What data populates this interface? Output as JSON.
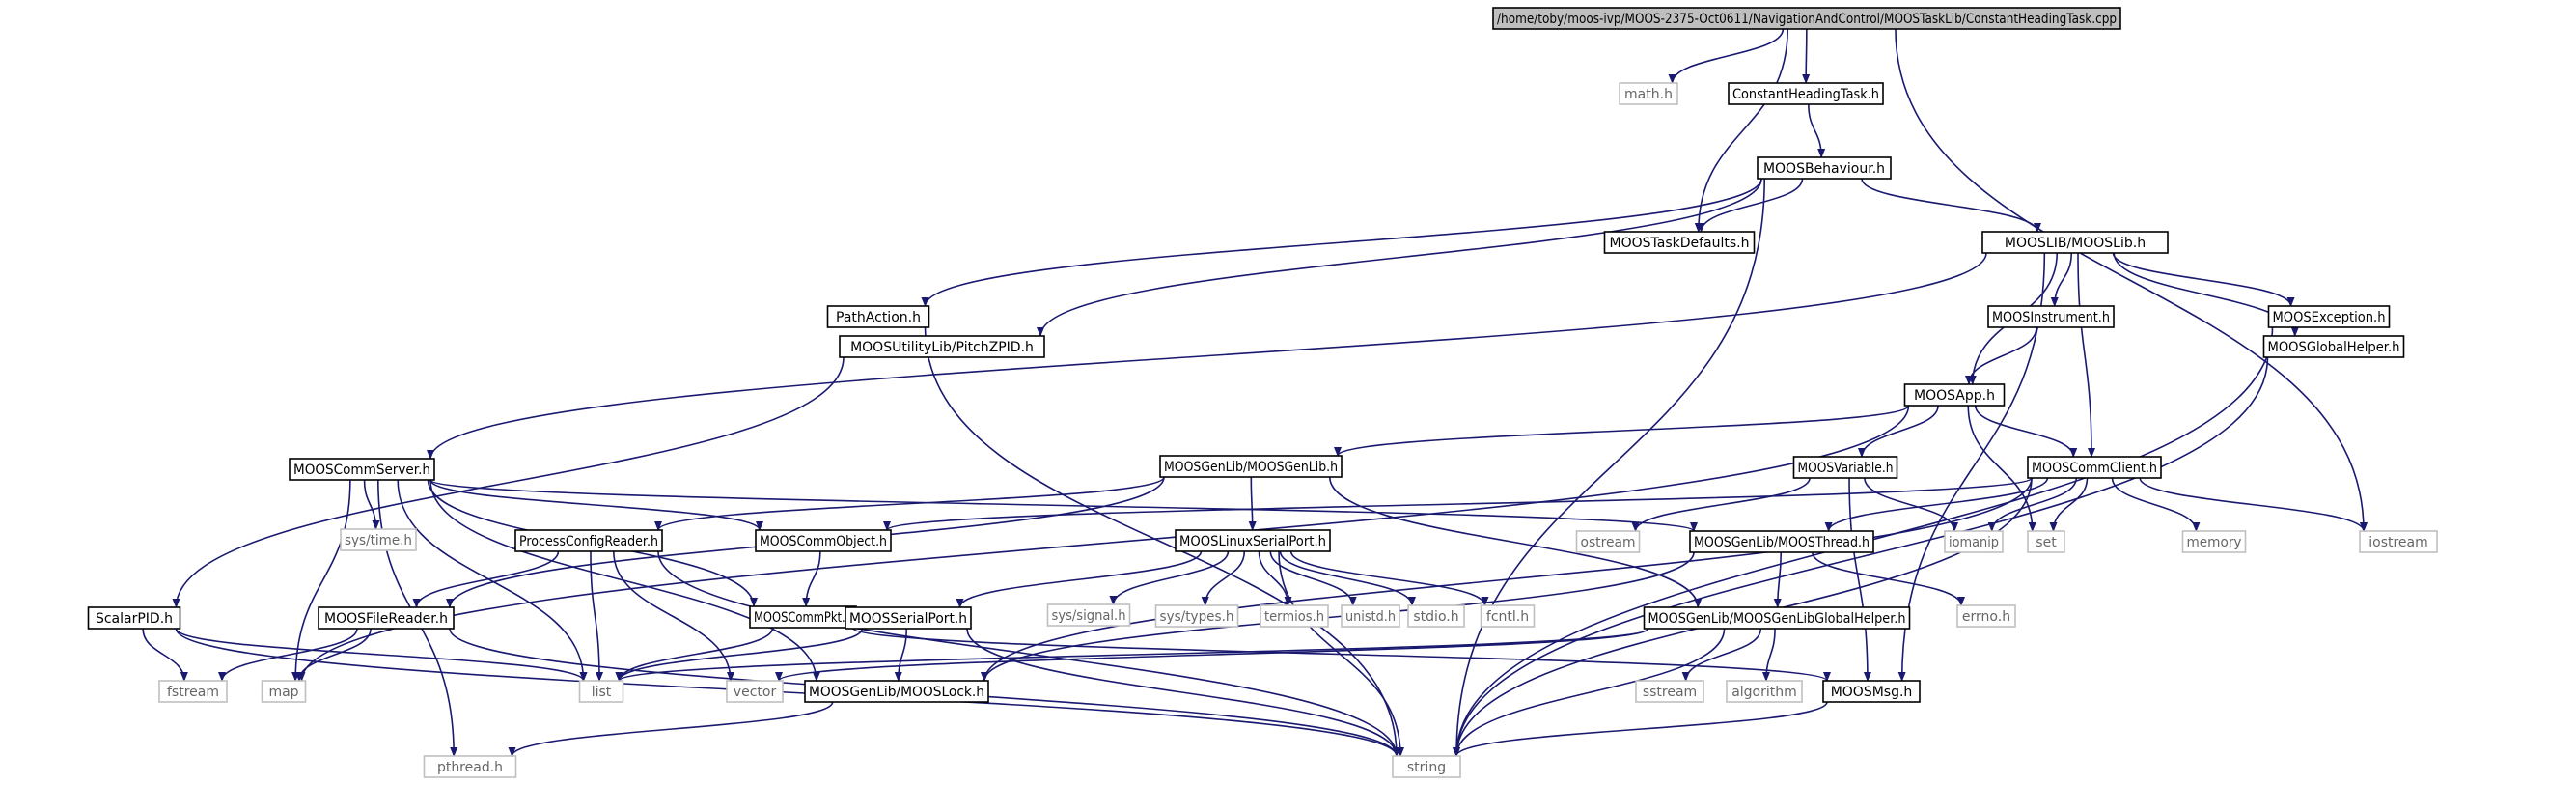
{
  "diagram": {
    "type": "include-dependency-graph",
    "colors": {
      "edge": "#191970",
      "root_fill": "#bfbfbf",
      "node_fill": "#ffffff",
      "internal_border": "#000000",
      "external_border": "#bfbfbf",
      "external_text": "#666666",
      "text": "#000000"
    },
    "nodes": [
      {
        "id": "root",
        "label": "/home/toby/moos-ivp/MOOS-2375-Oct0611/NavigationAndControl/MOOSTaskLib/ConstantHeadingTask.cpp",
        "kind": "root"
      },
      {
        "id": "math",
        "label": "math.h",
        "kind": "external"
      },
      {
        "id": "cht",
        "label": "ConstantHeadingTask.h",
        "kind": "internal"
      },
      {
        "id": "beh",
        "label": "MOOSBehaviour.h",
        "kind": "internal"
      },
      {
        "id": "taskdef",
        "label": "MOOSTaskDefaults.h",
        "kind": "internal"
      },
      {
        "id": "mooslib",
        "label": "MOOSLIB/MOOSLib.h",
        "kind": "internal"
      },
      {
        "id": "pathaction",
        "label": "PathAction.h",
        "kind": "internal"
      },
      {
        "id": "instrument",
        "label": "MOOSInstrument.h",
        "kind": "internal"
      },
      {
        "id": "exception",
        "label": "MOOSException.h",
        "kind": "internal"
      },
      {
        "id": "pitchzpid",
        "label": "MOOSUtilityLib/PitchZPID.h",
        "kind": "internal"
      },
      {
        "id": "app",
        "label": "MOOSApp.h",
        "kind": "internal"
      },
      {
        "id": "globalhelper",
        "label": "MOOSGlobalHelper.h",
        "kind": "internal"
      },
      {
        "id": "commserver",
        "label": "MOOSCommServer.h",
        "kind": "internal"
      },
      {
        "id": "genlib",
        "label": "MOOSGenLib/MOOSGenLib.h",
        "kind": "internal"
      },
      {
        "id": "variable",
        "label": "MOOSVariable.h",
        "kind": "internal"
      },
      {
        "id": "commclient",
        "label": "MOOSCommClient.h",
        "kind": "internal"
      },
      {
        "id": "systime",
        "label": "sys/time.h",
        "kind": "external"
      },
      {
        "id": "configreader",
        "label": "ProcessConfigReader.h",
        "kind": "internal"
      },
      {
        "id": "commobject",
        "label": "MOOSCommObject.h",
        "kind": "internal"
      },
      {
        "id": "linuxserial",
        "label": "MOOSLinuxSerialPort.h",
        "kind": "internal"
      },
      {
        "id": "ostream",
        "label": "ostream",
        "kind": "external"
      },
      {
        "id": "thread",
        "label": "MOOSGenLib/MOOSThread.h",
        "kind": "internal"
      },
      {
        "id": "iomanip",
        "label": "iomanip",
        "kind": "external"
      },
      {
        "id": "set",
        "label": "set",
        "kind": "external"
      },
      {
        "id": "memory",
        "label": "memory",
        "kind": "external"
      },
      {
        "id": "iostream",
        "label": "iostream",
        "kind": "external"
      },
      {
        "id": "scalarpid",
        "label": "ScalarPID.h",
        "kind": "internal"
      },
      {
        "id": "filereader",
        "label": "MOOSFileReader.h",
        "kind": "internal"
      },
      {
        "id": "commpkt",
        "label": "MOOSCommPkt.h",
        "kind": "internal"
      },
      {
        "id": "serialport",
        "label": "MOOSSerialPort.h",
        "kind": "internal"
      },
      {
        "id": "syssignal",
        "label": "sys/signal.h",
        "kind": "external"
      },
      {
        "id": "systypes",
        "label": "sys/types.h",
        "kind": "external"
      },
      {
        "id": "termios",
        "label": "termios.h",
        "kind": "external"
      },
      {
        "id": "unistd",
        "label": "unistd.h",
        "kind": "external"
      },
      {
        "id": "stdio",
        "label": "stdio.h",
        "kind": "external"
      },
      {
        "id": "fcntl",
        "label": "fcntl.h",
        "kind": "external"
      },
      {
        "id": "genlibglobal",
        "label": "MOOSGenLib/MOOSGenLibGlobalHelper.h",
        "kind": "internal"
      },
      {
        "id": "errno",
        "label": "errno.h",
        "kind": "external"
      },
      {
        "id": "fstream",
        "label": "fstream",
        "kind": "external"
      },
      {
        "id": "map",
        "label": "map",
        "kind": "external"
      },
      {
        "id": "list",
        "label": "list",
        "kind": "external"
      },
      {
        "id": "vector",
        "label": "vector",
        "kind": "external"
      },
      {
        "id": "lock",
        "label": "MOOSGenLib/MOOSLock.h",
        "kind": "internal"
      },
      {
        "id": "sstream",
        "label": "sstream",
        "kind": "external"
      },
      {
        "id": "algorithm",
        "label": "algorithm",
        "kind": "external"
      },
      {
        "id": "msg",
        "label": "MOOSMsg.h",
        "kind": "internal"
      },
      {
        "id": "pthread",
        "label": "pthread.h",
        "kind": "external"
      },
      {
        "id": "string",
        "label": "string",
        "kind": "external"
      }
    ],
    "edges": [
      [
        "root",
        "math"
      ],
      [
        "root",
        "cht"
      ],
      [
        "root",
        "taskdef"
      ],
      [
        "root",
        "iostream"
      ],
      [
        "cht",
        "beh"
      ],
      [
        "beh",
        "taskdef"
      ],
      [
        "beh",
        "mooslib"
      ],
      [
        "beh",
        "pathaction"
      ],
      [
        "beh",
        "pitchzpid"
      ],
      [
        "beh",
        "string"
      ],
      [
        "mooslib",
        "instrument"
      ],
      [
        "mooslib",
        "exception"
      ],
      [
        "mooslib",
        "globalhelper"
      ],
      [
        "mooslib",
        "app"
      ],
      [
        "mooslib",
        "commserver"
      ],
      [
        "mooslib",
        "commclient"
      ],
      [
        "mooslib",
        "msg"
      ],
      [
        "pathaction",
        "string"
      ],
      [
        "instrument",
        "app"
      ],
      [
        "exception",
        "string"
      ],
      [
        "globalhelper",
        "string"
      ],
      [
        "pitchzpid",
        "scalarpid"
      ],
      [
        "app",
        "genlib"
      ],
      [
        "app",
        "variable"
      ],
      [
        "app",
        "commclient"
      ],
      [
        "app",
        "set"
      ],
      [
        "app",
        "map"
      ],
      [
        "commserver",
        "systime"
      ],
      [
        "commserver",
        "commobject"
      ],
      [
        "commserver",
        "commpkt"
      ],
      [
        "commserver",
        "thread"
      ],
      [
        "commserver",
        "list"
      ],
      [
        "commserver",
        "lock"
      ],
      [
        "commserver",
        "map"
      ],
      [
        "commserver",
        "pthread"
      ],
      [
        "genlib",
        "configreader"
      ],
      [
        "genlib",
        "filereader"
      ],
      [
        "genlib",
        "linuxserial"
      ],
      [
        "genlib",
        "genlibglobal"
      ],
      [
        "variable",
        "ostream"
      ],
      [
        "variable",
        "iomanip"
      ],
      [
        "variable",
        "msg"
      ],
      [
        "commclient",
        "commobject"
      ],
      [
        "commclient",
        "thread"
      ],
      [
        "commclient",
        "iomanip"
      ],
      [
        "commclient",
        "set"
      ],
      [
        "commclient",
        "memory"
      ],
      [
        "commclient",
        "iostream"
      ],
      [
        "commclient",
        "lock"
      ],
      [
        "commclient",
        "string"
      ],
      [
        "configreader",
        "filereader"
      ],
      [
        "configreader",
        "list"
      ],
      [
        "configreader",
        "vector"
      ],
      [
        "configreader",
        "string"
      ],
      [
        "commobject",
        "commpkt"
      ],
      [
        "linuxserial",
        "serialport"
      ],
      [
        "linuxserial",
        "syssignal"
      ],
      [
        "linuxserial",
        "systypes"
      ],
      [
        "linuxserial",
        "termios"
      ],
      [
        "linuxserial",
        "unistd"
      ],
      [
        "linuxserial",
        "stdio"
      ],
      [
        "linuxserial",
        "fcntl"
      ],
      [
        "linuxserial",
        "string"
      ],
      [
        "thread",
        "genlibglobal"
      ],
      [
        "thread",
        "errno"
      ],
      [
        "thread",
        "lock"
      ],
      [
        "scalarpid",
        "fstream"
      ],
      [
        "scalarpid",
        "list"
      ],
      [
        "scalarpid",
        "string"
      ],
      [
        "filereader",
        "fstream"
      ],
      [
        "filereader",
        "map"
      ],
      [
        "filereader",
        "string"
      ],
      [
        "commpkt",
        "list"
      ],
      [
        "commpkt",
        "msg"
      ],
      [
        "serialport",
        "lock"
      ],
      [
        "serialport",
        "list"
      ],
      [
        "serialport",
        "string"
      ],
      [
        "genlibglobal",
        "list"
      ],
      [
        "genlibglobal",
        "vector"
      ],
      [
        "genlibglobal",
        "sstream"
      ],
      [
        "genlibglobal",
        "algorithm"
      ],
      [
        "genlibglobal",
        "string"
      ],
      [
        "lock",
        "pthread"
      ],
      [
        "msg",
        "string"
      ]
    ]
  }
}
